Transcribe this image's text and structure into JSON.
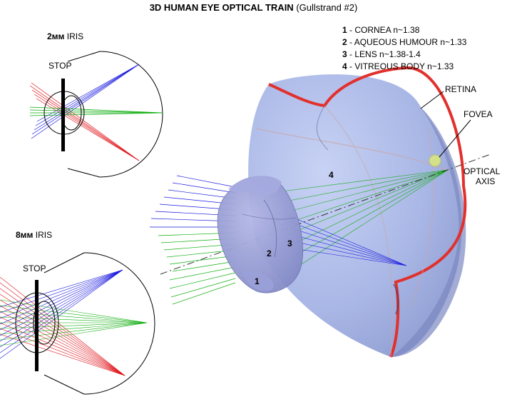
{
  "title": {
    "bold": "3D HUMAN EYE OPTICAL TRAIN",
    "rest": " (Gullstrand #2)"
  },
  "legend": [
    {
      "num": "1",
      "text": " - CORNEA  n~1.38"
    },
    {
      "num": "2",
      "text": " - AQUEOUS HUMOUR   n~1.33"
    },
    {
      "num": "3",
      "text": " - LENS   n~1.38-1.4"
    },
    {
      "num": "4",
      "text": " - VITREOUS BODY   n~1.33"
    }
  ],
  "small_iris": {
    "size_bold": "2мм",
    "size_rest": " IRIS",
    "stop": "STOP"
  },
  "large_iris": {
    "size_bold": "8мм",
    "size_rest": " IRIS",
    "stop": "STOP"
  },
  "labels": {
    "retina": "RETINA",
    "fovea": "FOVEA",
    "optical_axis_1": "OPTICAL",
    "optical_axis_2": "AXIS",
    "part_1": "1",
    "part_2": "2",
    "part_3": "3",
    "part_4": "4"
  },
  "colors": {
    "retina_rim": "#e2302c",
    "eyeball_fill": "#a9b7e6",
    "lens_fill": "#8f95cf",
    "ray_blue": "#1a1adf",
    "ray_green": "#0fae0f",
    "ray_red": "#e0141a",
    "fovea": "#d4e08a"
  }
}
